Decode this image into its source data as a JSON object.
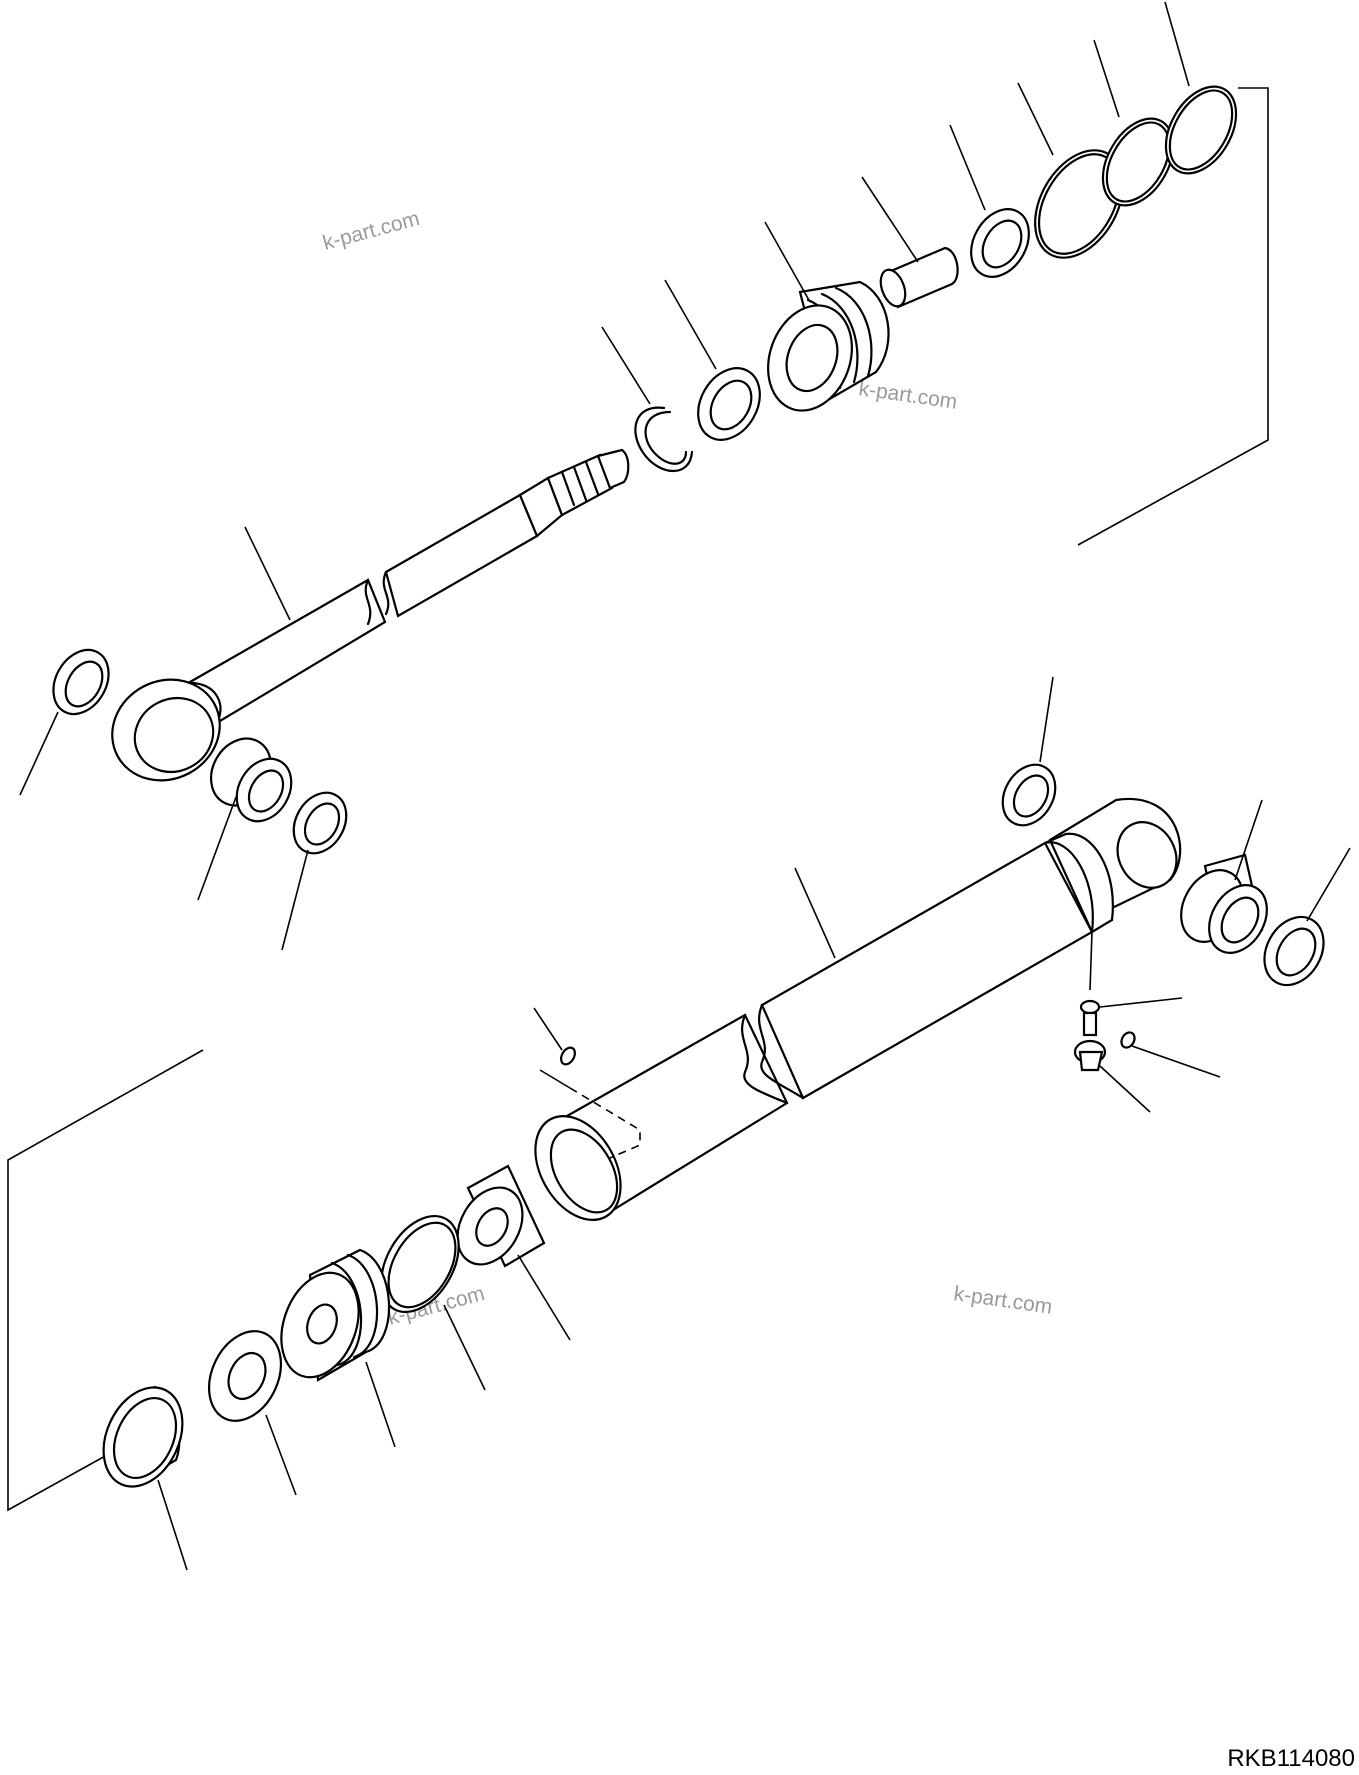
{
  "watermark": {
    "text_1": "k-part.com",
    "text_2": "k-part.com",
    "text_3": "k-part.com",
    "text_4": "k-part.com"
  },
  "drawing_code": "RKB114080"
}
